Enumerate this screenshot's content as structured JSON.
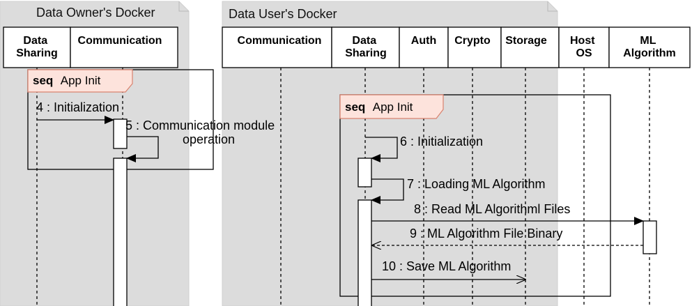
{
  "containers": {
    "owner_label": "Data Owner's Docker",
    "user_label": "Data User's Docker"
  },
  "participants": {
    "owner_data_sharing": [
      "Data",
      "Sharing"
    ],
    "owner_communication": [
      "Communication"
    ],
    "user_communication": [
      "Communication"
    ],
    "user_data_sharing": [
      "Data",
      "Sharing"
    ],
    "auth": [
      "Auth"
    ],
    "crypto": [
      "Crypto"
    ],
    "storage": [
      "Storage"
    ],
    "host_os": [
      "Host",
      "OS"
    ],
    "ml_algorithm": [
      "ML",
      "Algorithm"
    ]
  },
  "frames": {
    "owner_frame": {
      "keyword": "seq",
      "name": "App Init"
    },
    "user_frame": {
      "keyword": "seq",
      "name": "App Init"
    }
  },
  "messages": {
    "m4": "4 : Initialization",
    "m5_line1": "5 : Communication module",
    "m5_line2": "operation",
    "m6": "6 : Initialization",
    "m7": "7 : Loading ML Algorithm",
    "m8": "8 : Read ML Algorithml Files",
    "m9": "9 : ML Algorithm File Binary",
    "m10": "10 : Save ML Algorithm"
  },
  "colors": {
    "container_fill": "#dcdcdc",
    "frame_tab_fill": "#fde3dc",
    "frame_tab_stroke": "#d9826e",
    "line": "#000000"
  }
}
